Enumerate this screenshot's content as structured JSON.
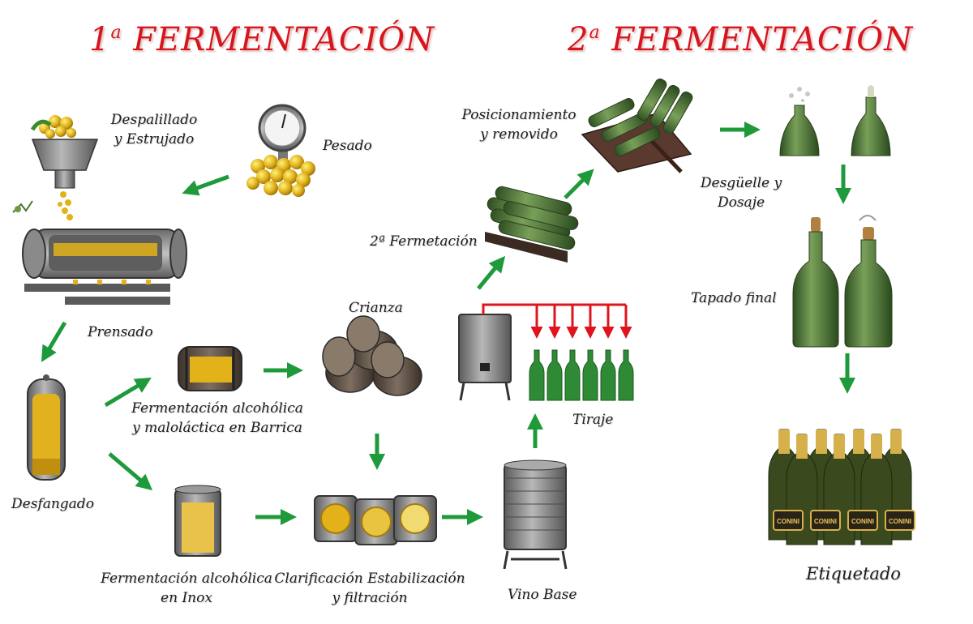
{
  "titles": {
    "first": {
      "number": "1",
      "ordinal": "a",
      "text": "FERMENTACIÓN"
    },
    "second": {
      "number": "2",
      "ordinal": "a",
      "text": "FERMENTACIÓN"
    }
  },
  "steps": {
    "despalillado_l1": "Despalillado",
    "despalillado_l2": "y Estrujado",
    "pesado": "Pesado",
    "prensado": "Prensado",
    "desfangado": "Desfangado",
    "barrica_l1": "Fermentación alcohólica",
    "barrica_l2": "y maloláctica en Barrica",
    "crianza": "Crianza",
    "inox_l1": "Fermentación alcohólica",
    "inox_l2": "en Inox",
    "clarif_l1": "Clarificación Estabilización",
    "clarif_l2": "y filtración",
    "vino_base": "Vino Base",
    "tiraje": "Tiraje",
    "segunda_ferm": "2ª Fermetación",
    "posicion_l1": "Posicionamiento",
    "posicion_l2": "y removido",
    "deguelle_l1": "Desgüelle y",
    "deguelle_l2": "Dosaje",
    "tapado": "Tapado final",
    "etiquetado": "Etiquetado"
  },
  "bottle_brand": "CONINI",
  "colors": {
    "title": "#d8141c",
    "arrow": "#1f9a3a",
    "tiraje_arrow": "#e0141c",
    "bottle": "#2f8a36",
    "wine_bottle": "#5f7f3c",
    "metal": "#8c8c8c",
    "grape": "#e3b21a",
    "barrel_wood": "#6a5a4a"
  }
}
